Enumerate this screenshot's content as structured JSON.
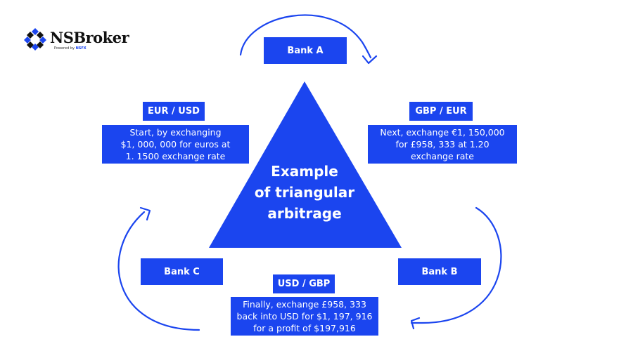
{
  "brand": {
    "name": "NSBroker",
    "tagline_prefix": "Powered by",
    "tagline_brand": "NSFX",
    "accent": "#1b45ef"
  },
  "title": "Example of triangular arbitrage",
  "title_lines": [
    "Example",
    "of triangular",
    "arbitrage"
  ],
  "banks": {
    "a": "Bank A",
    "b": "Bank B",
    "c": "Bank C"
  },
  "steps": [
    {
      "pair": "EUR / USD",
      "lines": [
        "Start, by exchanging",
        "$1, 000, 000 for euros at",
        "1. 1500 exchange rate"
      ]
    },
    {
      "pair": "GBP / EUR",
      "lines": [
        "Next, exchange €1, 150,000",
        "for £958, 333 at 1.20",
        "exchange rate"
      ]
    },
    {
      "pair": "USD / GBP",
      "lines": [
        "Finally, exchange £958, 333",
        "back into USD for $1, 197, 916",
        "for a profit of $197,916"
      ]
    }
  ]
}
